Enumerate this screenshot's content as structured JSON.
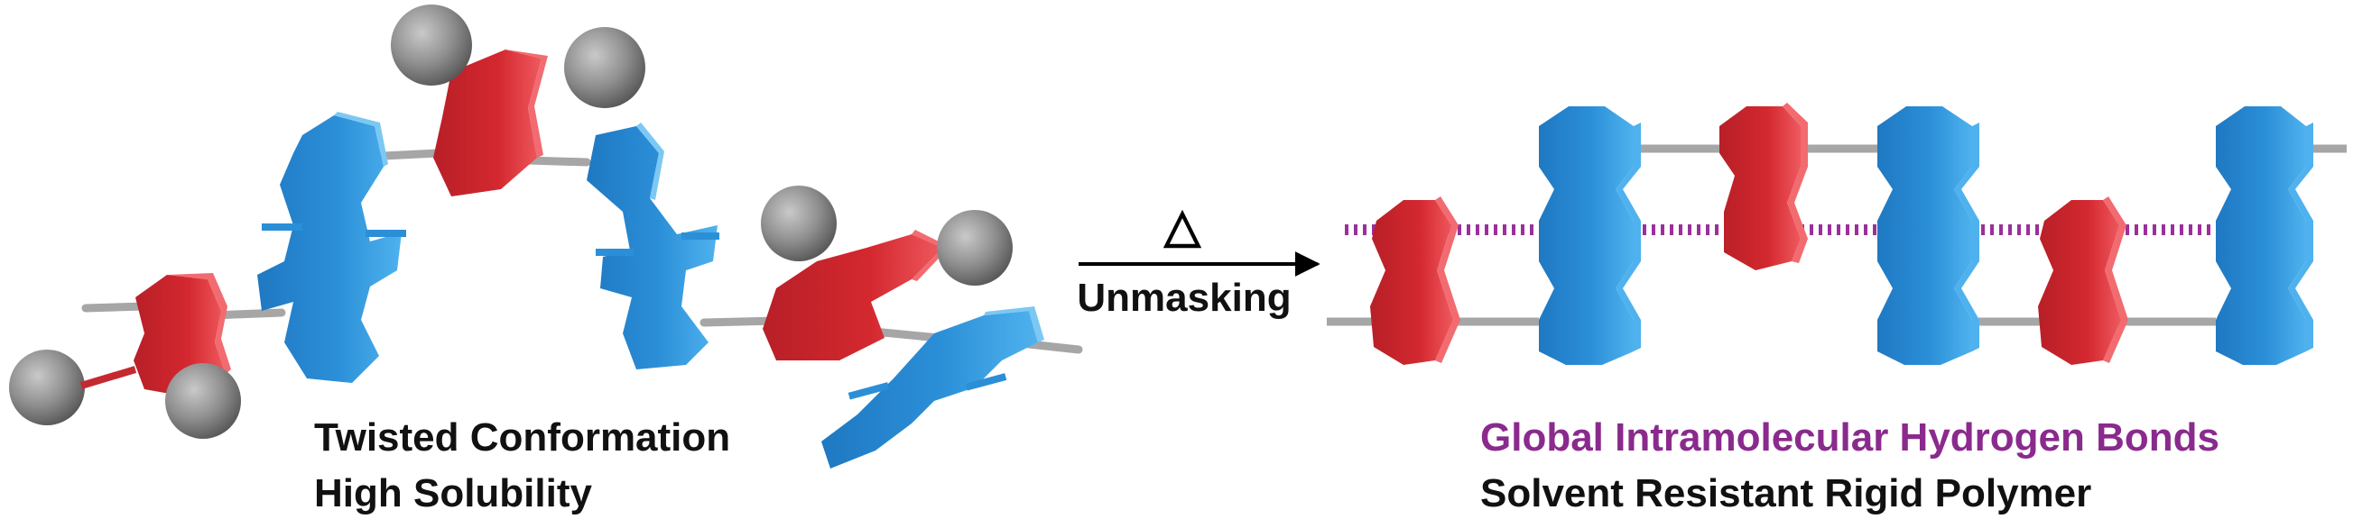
{
  "left_panel": {
    "caption_line1": "Twisted Conformation",
    "caption_line2": "High Solubility"
  },
  "center": {
    "heat_symbol": "△",
    "arrow_label": "Unmasking"
  },
  "right_panel": {
    "caption_line1": "Global Intramolecular Hydrogen Bonds",
    "caption_line2": "Solvent Resistant Rigid Polymer"
  },
  "colors": {
    "blue_unit": "#2b8fd8",
    "red_unit": "#d4282f",
    "protecting_group": "#8a8a8a",
    "linker": "#a6a6a6",
    "hbond": "#9b2f9b",
    "caption_text": "#111111",
    "hbond_caption_text": "#8a2a8d"
  },
  "icons": {
    "blue_unit": "blue-fused-ring-unit",
    "red_unit": "red-ring-unit",
    "protecting_group": "gray-sphere-protecting-group",
    "hbond": "dashed-hydrogen-bond"
  }
}
